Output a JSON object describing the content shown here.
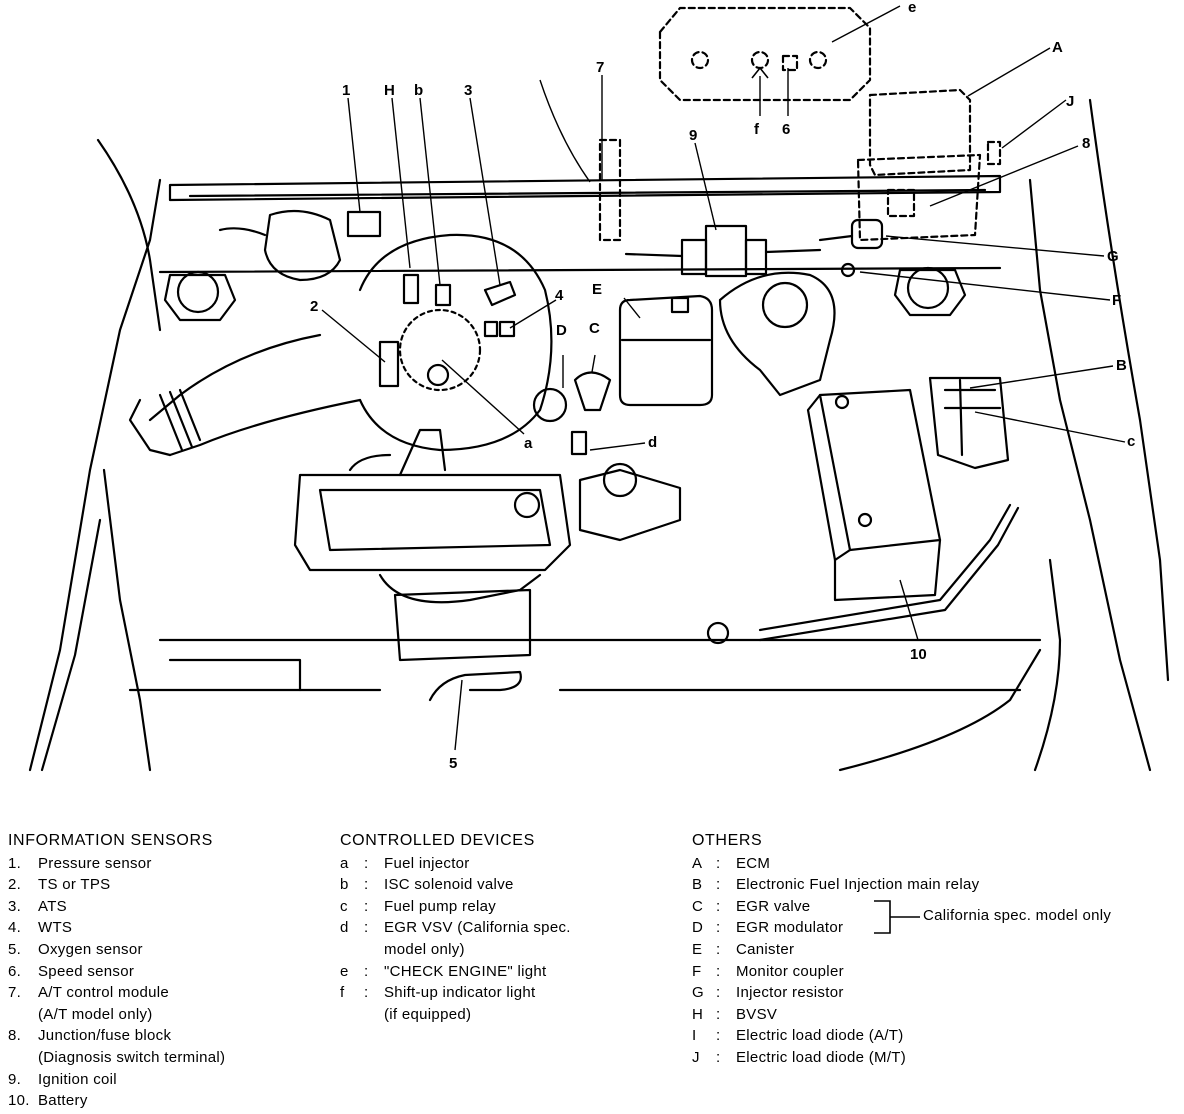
{
  "callouts": {
    "n1": "1",
    "n2": "2",
    "n3": "3",
    "n4": "4",
    "n5": "5",
    "n6": "6",
    "n7": "7",
    "n8": "8",
    "n9": "9",
    "n10": "10",
    "a": "a",
    "b": "b",
    "c": "c",
    "d": "d",
    "e": "e",
    "f": "f",
    "A": "A",
    "B": "B",
    "C": "C",
    "D": "D",
    "E": "E",
    "F": "F",
    "G": "G",
    "H": "H",
    "J": "J"
  },
  "legend": {
    "sensors": {
      "heading": "INFORMATION SENSORS",
      "items": [
        {
          "key": "1.",
          "label": "Pressure sensor"
        },
        {
          "key": "2.",
          "label": "TS or TPS"
        },
        {
          "key": "3.",
          "label": "ATS"
        },
        {
          "key": "4.",
          "label": "WTS"
        },
        {
          "key": "5.",
          "label": "Oxygen sensor"
        },
        {
          "key": "6.",
          "label": "Speed sensor"
        },
        {
          "key": "7.",
          "label": "A/T control module"
        },
        {
          "key": "",
          "label": "(A/T model only)"
        },
        {
          "key": "8.",
          "label": "Junction/fuse block"
        },
        {
          "key": "",
          "label": "(Diagnosis switch terminal)"
        },
        {
          "key": "9.",
          "label": "Ignition coil"
        },
        {
          "key": "10.",
          "label": "Battery"
        }
      ]
    },
    "controlled": {
      "heading": "CONTROLLED DEVICES",
      "items": [
        {
          "key": "a",
          "label": "Fuel injector"
        },
        {
          "key": "b",
          "label": "ISC solenoid valve"
        },
        {
          "key": "c",
          "label": "Fuel pump relay"
        },
        {
          "key": "d",
          "label": "EGR VSV (California spec."
        },
        {
          "key": "",
          "label": "model only)"
        },
        {
          "key": "e",
          "label": "\"CHECK ENGINE\" light"
        },
        {
          "key": "f",
          "label": "Shift-up indicator light"
        },
        {
          "key": "",
          "label": "(if equipped)"
        }
      ]
    },
    "others": {
      "heading": "OTHERS",
      "items": [
        {
          "key": "A",
          "label": "ECM"
        },
        {
          "key": "B",
          "label": "Electronic Fuel Injection main relay"
        },
        {
          "key": "C",
          "label": "EGR valve"
        },
        {
          "key": "D",
          "label": "EGR modulator"
        },
        {
          "key": "E",
          "label": "Canister"
        },
        {
          "key": "F",
          "label": "Monitor coupler"
        },
        {
          "key": "G",
          "label": "Injector resistor"
        },
        {
          "key": "H",
          "label": "BVSV"
        },
        {
          "key": "I",
          "label": "Electric load diode (A/T)"
        },
        {
          "key": "J",
          "label": "Electric load diode (M/T)"
        }
      ],
      "separator": ":",
      "california_note": "California spec. model only"
    }
  }
}
